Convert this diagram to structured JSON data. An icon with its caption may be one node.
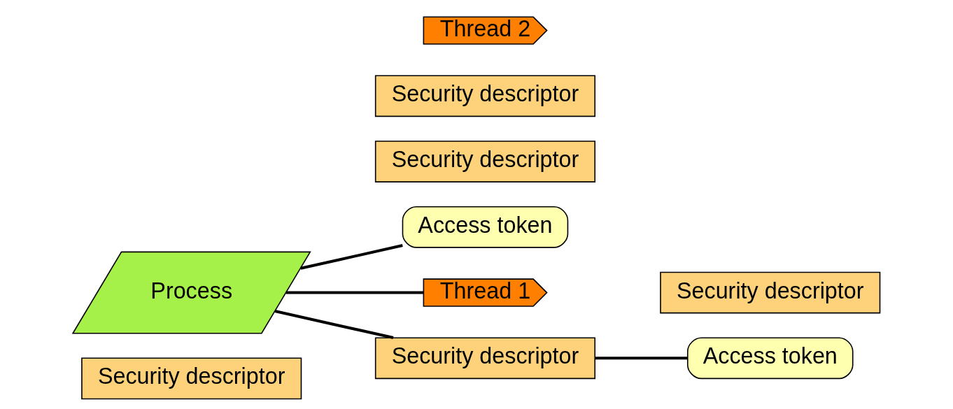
{
  "diagram": {
    "nodes": [
      {
        "text": [
          "Security descriptor"
        ]
      },
      {
        "text": [
          "Process"
        ]
      },
      {
        "text": [
          "Security descriptor"
        ]
      },
      {
        "text": [
          "Access token"
        ]
      },
      {
        "text": [
          "Security descriptor"
        ]
      },
      {
        "text": [
          "Thread 1"
        ]
      },
      {
        "text": [
          "Security descriptor"
        ]
      },
      {
        "text": [
          "Thread 2"
        ]
      },
      {
        "text": [
          "Security descriptor"
        ]
      },
      {
        "text": [
          "Access token"
        ]
      }
    ],
    "edges": [
      {
        "from": 1,
        "to": 3,
        "arrow": "none"
      },
      {
        "from": 1,
        "to": 5,
        "arrow": "none"
      },
      {
        "from": 1,
        "to": 6,
        "arrow": "none"
      },
      {
        "from": 6,
        "to": 9,
        "arrow": "none"
      }
    ]
  }
}
